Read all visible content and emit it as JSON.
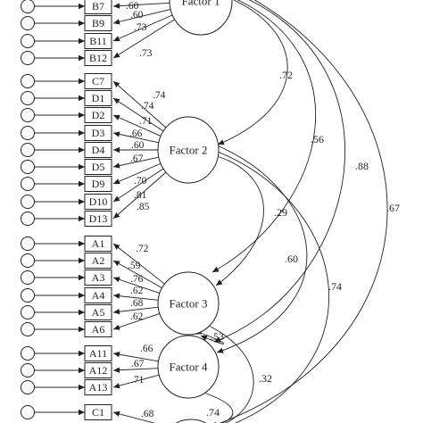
{
  "factors": [
    {
      "id": "f1",
      "label": "Factor 1"
    },
    {
      "id": "f2",
      "label": "Factor 2"
    },
    {
      "id": "f3",
      "label": "Factor 3"
    },
    {
      "id": "f4",
      "label": "Factor 4"
    },
    {
      "id": "f5",
      "label": ""
    }
  ],
  "items": [
    {
      "label": "B7",
      "factor": "f1",
      "loading": ".60"
    },
    {
      "label": "B9",
      "factor": "f1",
      "loading": ".60"
    },
    {
      "label": "B11",
      "factor": "f1",
      "loading": ".73"
    },
    {
      "label": "B12",
      "factor": "f1",
      "loading": ".73"
    },
    {
      "label": "C7",
      "factor": "f2",
      "loading": ".74"
    },
    {
      "label": "D1",
      "factor": "f2",
      "loading": ".74"
    },
    {
      "label": "D2",
      "factor": "f2",
      "loading": ".71"
    },
    {
      "label": "D3",
      "factor": "f2",
      "loading": ".66"
    },
    {
      "label": "D4",
      "factor": "f2",
      "loading": ".60"
    },
    {
      "label": "D5",
      "factor": "f2",
      "loading": ".67"
    },
    {
      "label": "D9",
      "factor": "f2",
      "loading": ".70"
    },
    {
      "label": "D10",
      "factor": "f2",
      "loading": ".81"
    },
    {
      "label": "D13",
      "factor": "f2",
      "loading": ".85"
    },
    {
      "label": "A1",
      "factor": "f3",
      "loading": ".72"
    },
    {
      "label": "A2",
      "factor": "f3",
      "loading": ".59"
    },
    {
      "label": "A3",
      "factor": "f3",
      "loading": ".76"
    },
    {
      "label": "A4",
      "factor": "f3",
      "loading": ".62"
    },
    {
      "label": "A5",
      "factor": "f3",
      "loading": ".68"
    },
    {
      "label": "A6",
      "factor": "f3",
      "loading": ".62"
    },
    {
      "label": "A11",
      "factor": "f4",
      "loading": ".66"
    },
    {
      "label": "A12",
      "factor": "f4",
      "loading": ".67"
    },
    {
      "label": "A13",
      "factor": "f4",
      "loading": ".71"
    },
    {
      "label": "C1",
      "factor": "f5",
      "loading": ".68"
    }
  ],
  "correlations": [
    {
      "from": "f1",
      "to": "f2",
      "value": ".72"
    },
    {
      "from": "f1",
      "to": "f3",
      "value": ".56"
    },
    {
      "from": "f1",
      "to": "f4",
      "value": ".88"
    },
    {
      "from": "f1",
      "to": "f5",
      "value": ".67"
    },
    {
      "from": "f2",
      "to": "f3",
      "value": ".29"
    },
    {
      "from": "f2",
      "to": "f4",
      "value": ".60"
    },
    {
      "from": "f2",
      "to": "f5",
      "value": ".74"
    },
    {
      "from": "f3",
      "to": "f4",
      "value": ".53"
    },
    {
      "from": "f3",
      "to": "f5",
      "value": ".32"
    },
    {
      "from": "f4",
      "to": "f5",
      "value": ".74"
    }
  ]
}
